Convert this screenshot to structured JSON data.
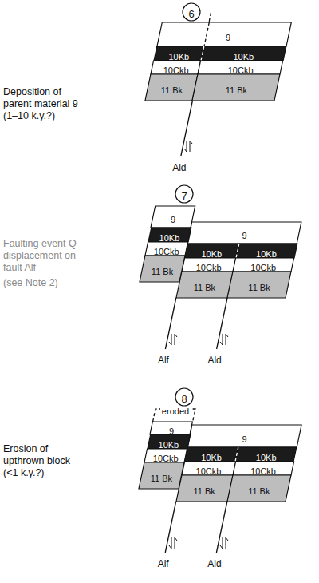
{
  "diagram": {
    "nodes": [
      {
        "text": [
          "6"
        ]
      },
      {
        "text": [
          "9"
        ]
      },
      {
        "text": [
          "10Kb"
        ]
      },
      {
        "text": [
          "10Kb"
        ]
      },
      {
        "text": [
          "10Ckb"
        ]
      },
      {
        "text": [
          "10Ckb"
        ]
      },
      {
        "text": [
          "11 Bk"
        ]
      },
      {
        "text": [
          "11 Bk"
        ]
      },
      {
        "text": [
          "7"
        ]
      },
      {
        "text": [
          "9"
        ]
      },
      {
        "text": [
          "9"
        ]
      },
      {
        "text": [
          "10Kb"
        ]
      },
      {
        "text": [
          "10Kb"
        ]
      },
      {
        "text": [
          "10Kb"
        ]
      },
      {
        "text": [
          "10Ckb"
        ]
      },
      {
        "text": [
          "10Ckb"
        ]
      },
      {
        "text": [
          "10Ckb"
        ]
      },
      {
        "text": [
          "11 Bk"
        ]
      },
      {
        "text": [
          "11 Bk"
        ]
      },
      {
        "text": [
          "11 Bk"
        ]
      },
      {
        "text": [
          "8"
        ]
      },
      {
        "text": [
          "9"
        ]
      },
      {
        "text": [
          "9"
        ]
      },
      {
        "text": [
          "10Kb"
        ]
      },
      {
        "text": [
          "10Kb"
        ]
      },
      {
        "text": [
          "10Kb"
        ]
      },
      {
        "text": [
          "10Ckb"
        ]
      },
      {
        "text": [
          "10Ckb"
        ]
      },
      {
        "text": [
          "10Ckb"
        ]
      },
      {
        "text": [
          "11 Bk"
        ]
      },
      {
        "text": [
          "11 Bk"
        ]
      },
      {
        "text": [
          "11 Bk"
        ]
      }
    ],
    "labels": [
      "Deposition of parent material 9 (1–10 k.y.?)",
      "Ald",
      "Faulting event Q displacement on fault Alf",
      "(see Note 2)",
      "Alf",
      "Ald",
      "eroded",
      "Erosion of upthrown block (<1 k.y.?)",
      "Alf",
      "Ald"
    ]
  }
}
